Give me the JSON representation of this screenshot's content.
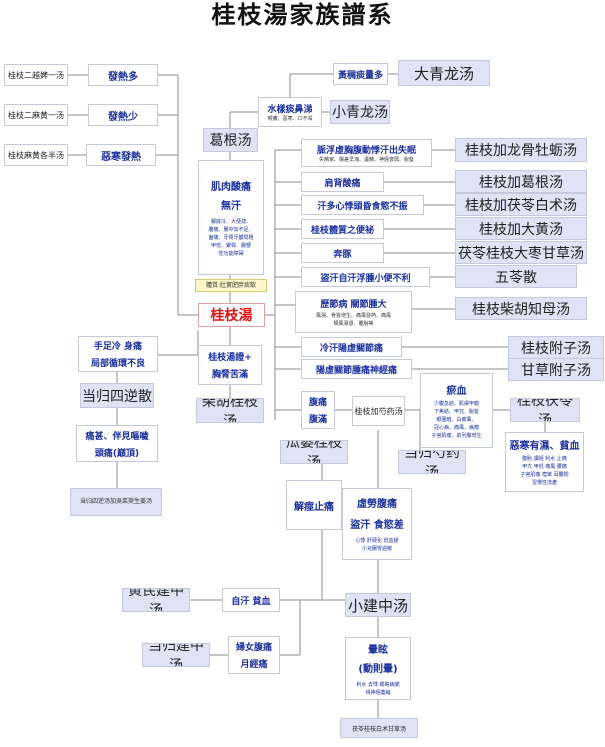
{
  "title": "桂枝湯家族譜系",
  "center": "桂枝湯",
  "left_col": {
    "a1": "桂枝二越婢一汤",
    "a2": "發熱多",
    "b1": "桂枝二麻黄一汤",
    "b2": "發熱少",
    "c1": "桂枝麻黄各半汤",
    "c2": "惡寒發熱"
  },
  "top": {
    "symptom_1": "黃稠痰量多",
    "formula_1": "大青龙汤",
    "symptom_2": "水樣痰鼻涕",
    "symptom_2_sub": "喉癢、惡寒、口不渴",
    "formula_2": "小青龙汤",
    "gegen": "葛根汤"
  },
  "muscle": {
    "title": "肌肉酸痛",
    "subtitle": "無汗",
    "lines": [
      "腳底冷、大便溏、",
      "腹痛、腸中加不足、",
      "面痛、牙周牙齦問題",
      "甲低、聚桿、腸梗",
      "性功能障碍"
    ],
    "note": "體質:壯實肥胖痰飲"
  },
  "right_rows": [
    {
      "symptom": "脈浮虛胸腹動悸汗出失眠",
      "sub": "失精家、陽差早洩、遺精、神經衰弱、脫髮",
      "formula": "桂枝加龙骨牡蛎汤"
    },
    {
      "symptom": "肩背酸痛",
      "formula": "桂枝加葛根汤"
    },
    {
      "symptom": "汗多心悸頭昏食慾不振",
      "formula": "桂枝加茯苓白术汤"
    },
    {
      "symptom": "桂枝體質之便祕",
      "formula": "桂枝加大黄汤"
    },
    {
      "symptom": "奔豚",
      "formula": "茯苓桂枝大枣甘草汤"
    },
    {
      "symptom": "盜汗自汗浮腫小便不利",
      "formula": "五苓散"
    },
    {
      "symptom": "歷節病 關節腫大",
      "sub1": "風濕、骨質增生、痛風發熱、痛風",
      "sub2": "類風濕發、腫脫等",
      "formula": "桂枝柴胡知母汤"
    },
    {
      "symptom": "冷汗陽虛關節痛",
      "formula": "桂枝附子汤"
    },
    {
      "symptom": "陽虛關節腫痛神經痛",
      "formula": "甘草附子汤"
    }
  ],
  "left_mid": {
    "cold_1": "手足冷 身痛",
    "cold_2": "局部循環不良",
    "danggui_sini": "当归四逆散",
    "pain_1": "痛甚、伴見嘔噦",
    "pain_2": "頭痛(巔頂)",
    "wuzhuyu": "当归四逆汤加吳茱萸生姜汤",
    "xiongbi_1": "桂枝湯證+",
    "xiongbi_2": "胸脅苦滿",
    "chaihu": "柴胡桂枝汤"
  },
  "shaoyao": {
    "abd_1": "腹痛",
    "abd_2": "腹滿",
    "formula": "桂枝加芍药汤",
    "stasis_title": "瘀血",
    "stasis_lines": [
      "少腹急結、肌膚甲錯",
      "下焦結、甲冗、脫髮",
      "眼圈暗、白癜風、",
      "冠心病、痛風、病瘤",
      "子宮肌瘤、前列腺增生"
    ],
    "fuling": "桂枝茯苓汤",
    "danggui_shaoyao": "当归芍药汤",
    "damp_title": "惡寒有濕、貧血",
    "damp_lines": [
      "腹胎 讀經 利水 止痛",
      "甲亢 甲低 痛風 腰痛",
      "子宮肌瘤 痙攣 耳聾閉",
      "習慣性流產"
    ]
  },
  "lower": {
    "gualou": "瓜蒌桂枝汤",
    "jiejing": "解痙止痛",
    "xulao_1": "虛勞腹痛",
    "xulao_2": "盜汗 食慾差",
    "xulao_3": "心悸 肝硬化 低血壓",
    "xulao_4": "小兒腸胃過敏",
    "xiaojianzhong": "小建中汤",
    "huangqi": "黄芪建中汤",
    "zihan": "自汗 貧血",
    "danggui_jz": "当归建中汤",
    "women_1": "婦女腹痛",
    "women_2": "月經痛",
    "vertigo_1": "暈眩",
    "vertigo_2": "(動則暈)",
    "vertigo_3": "利水 去悸 眼睛病變",
    "vertigo_4": "視神經萎縮",
    "linggui": "茯苓桂枝白术甘草汤"
  }
}
